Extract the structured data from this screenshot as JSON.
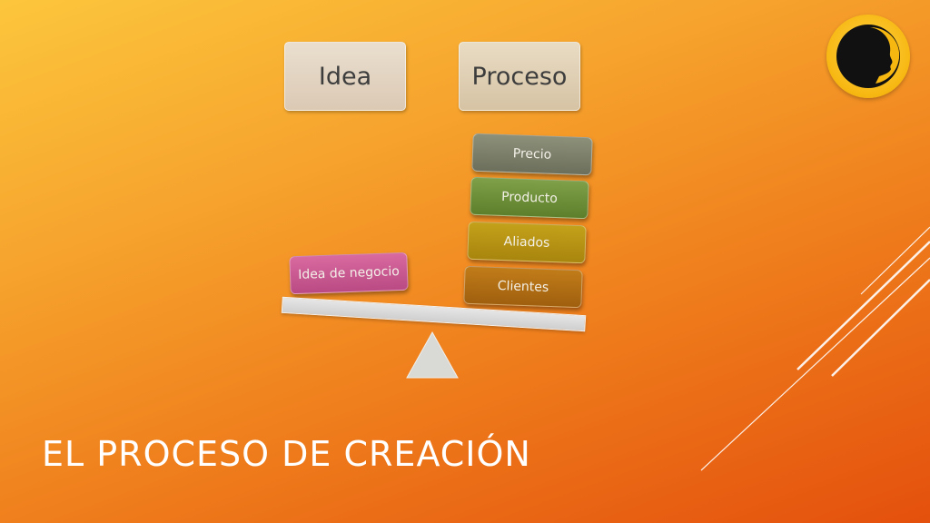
{
  "slide": {
    "title": "EL PROCESO DE CREACIÓN"
  },
  "headers": {
    "left": "Idea",
    "right": "Proceso"
  },
  "left_pan": {
    "items": [
      "Idea de negocio"
    ]
  },
  "right_pan": {
    "items": [
      "Precio",
      "Producto",
      "Aliados",
      "Clientes"
    ]
  },
  "colors": {
    "background_top": "#fcc63c",
    "background_bottom": "#e4500d",
    "precio": "#7d806a",
    "producto": "#6e8f39",
    "aliados": "#b69413",
    "clientes": "#b06d14",
    "idea_de_negocio": "#c85a92",
    "header_box": "#e3d4bf",
    "beam": "#dcdcdc",
    "logo": "#f7b711"
  },
  "icons": {
    "logo": "face-profile-icon",
    "balance_fulcrum": "triangle-fulcrum"
  }
}
